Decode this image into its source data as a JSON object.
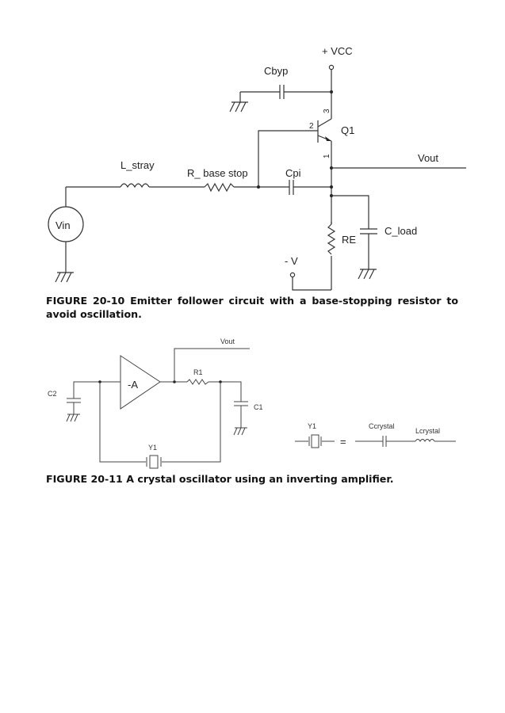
{
  "figure1": {
    "labels": {
      "vcc": "+ VCC",
      "cbyp": "Cbyp",
      "q1": "Q1",
      "pin_base": "2",
      "pin_collector": "3",
      "pin_emitter": "1",
      "vout": "Vout",
      "l_stray": "L_stray",
      "r_base_stop": "R_ base stop",
      "cpi": "Cpi",
      "vin": "Vin",
      "re": "RE",
      "c_load": "C_load",
      "neg_v": "- V"
    },
    "caption": "FIGURE 20-10 Emitter follower circuit with a base-stopping resistor to avoid oscillation."
  },
  "figure2": {
    "labels": {
      "vout": "Vout",
      "amp": "-A",
      "r1": "R1",
      "c2": "C2",
      "c1": "C1",
      "y1": "Y1",
      "y1_equiv": "Y1",
      "equals": "=",
      "ccrystal": "Ccrystal",
      "lcrystal": "Lcrystal"
    },
    "caption": "FIGURE 20-11 A crystal oscillator using an inverting amplifier."
  }
}
